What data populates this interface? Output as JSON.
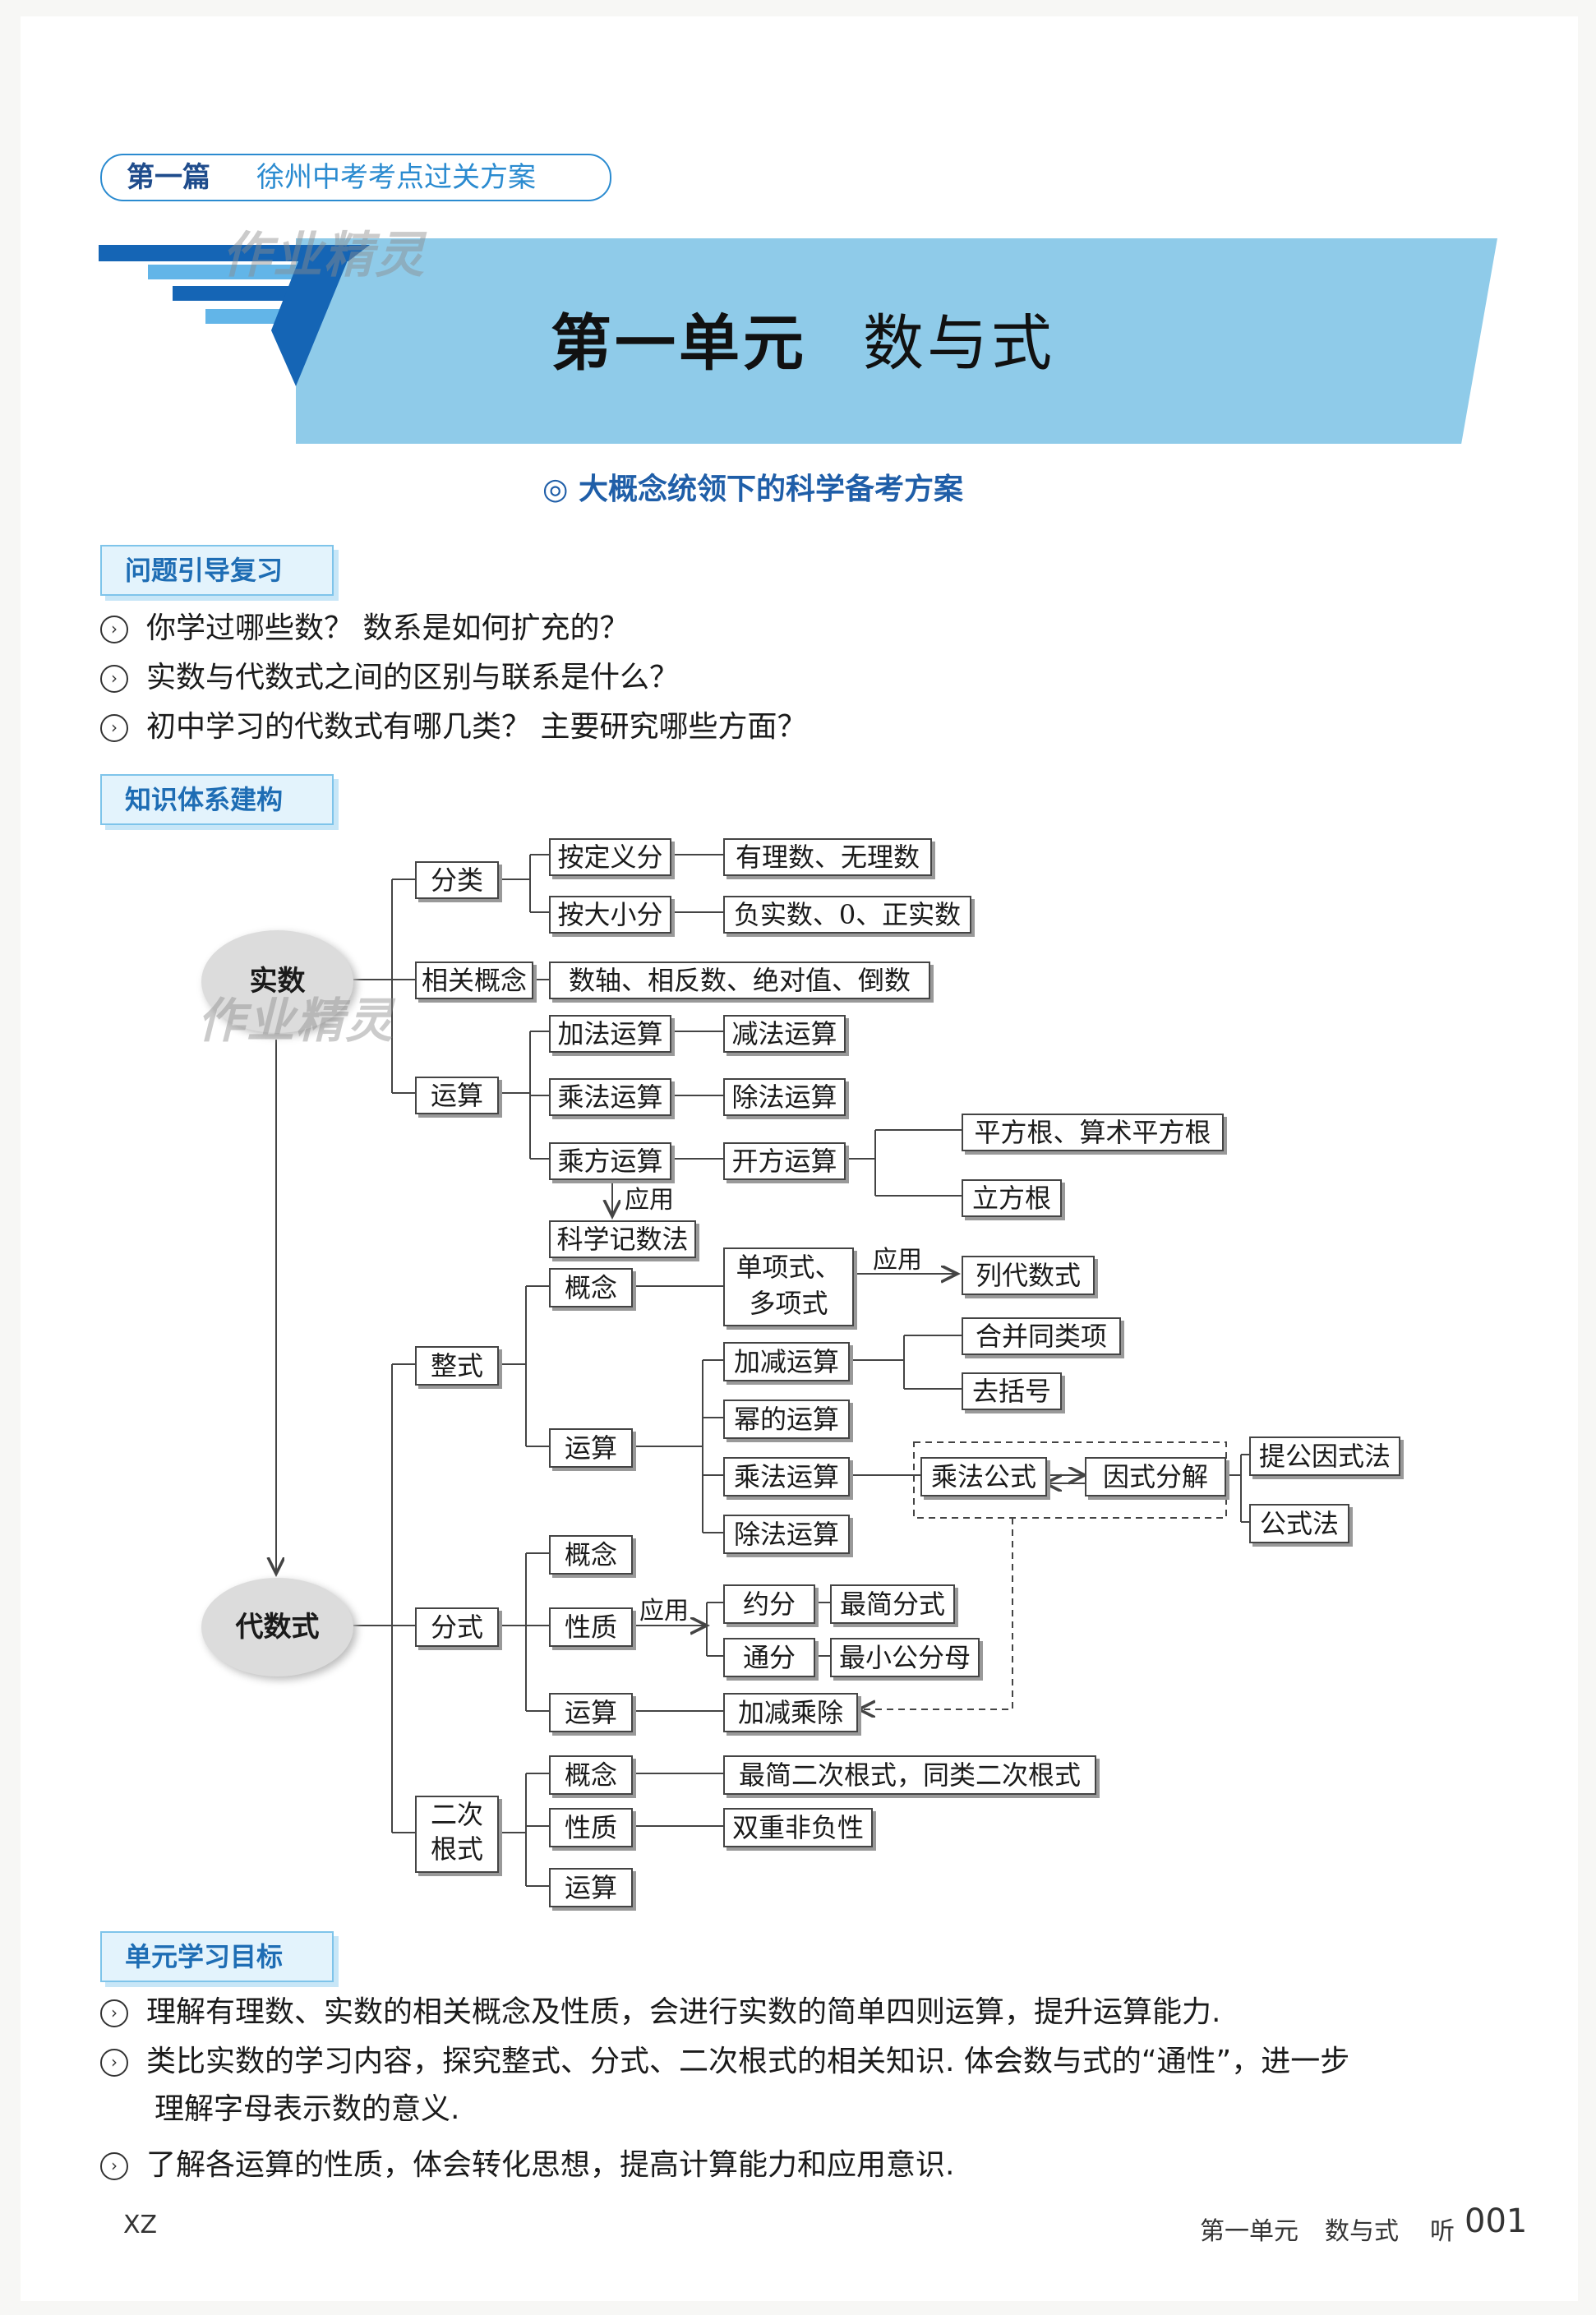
{
  "header": {
    "part": "第一篇",
    "series": "徐州中考考点过关方案"
  },
  "banner": {
    "unit": "第一单元",
    "topic": "数与式"
  },
  "watermark": "作业精灵",
  "subtitle": "◎ 大概念统领下的科学备考方案",
  "section1": {
    "title": "问题引导复习",
    "items": [
      "你学过哪些数？ 数系是如何扩充的？",
      "实数与代数式之间的区别与联系是什么？",
      "初中学习的代数式有哪几类？ 主要研究哪些方面？"
    ]
  },
  "section2": {
    "title": "知识体系建构"
  },
  "diagram": {
    "real": "实数",
    "algebraic": "代数式",
    "classify": "分类",
    "by_def": "按定义分",
    "rational_irrational": "有理数、无理数",
    "by_size": "按大小分",
    "neg_zero_pos": "负实数、0、正实数",
    "related": "相关概念",
    "related_list": "数轴、相反数、绝对值、倒数",
    "ops": "运算",
    "add": "加法运算",
    "sub": "减法运算",
    "mul": "乘法运算",
    "div": "除法运算",
    "pow": "乘方运算",
    "root": "开方运算",
    "sqrt": "平方根、算术平方根",
    "cbrt": "立方根",
    "apply": "应用",
    "sci": "科学记数法",
    "integral": "整式",
    "concept": "概念",
    "mono_poly_1": "单项式、",
    "mono_poly_2": "多项式",
    "list_expr": "列代数式",
    "addsub": "加减运算",
    "like_terms": "合并同类项",
    "brackets": "去括号",
    "power_ops": "幂的运算",
    "mul_formula": "乘法公式",
    "factor": "因式分解",
    "common_factor": "提公因式法",
    "formula_method": "公式法",
    "fraction": "分式",
    "property": "性质",
    "reduce": "约分",
    "simplest_frac": "最简分式",
    "common_denom": "通分",
    "lcd": "最小公分母",
    "four_ops": "加减乘除",
    "radical_1": "二次",
    "radical_2": "根式",
    "simplest_radical": "最简二次根式，同类二次根式",
    "double_nonneg": "双重非负性"
  },
  "section3": {
    "title": "单元学习目标",
    "items": [
      "理解有理数、实数的相关概念及性质，会进行实数的简单四则运算，提升运算能力.",
      "类比实数的学习内容，探究整式、分式、二次根式的相关知识. 体会数与式的“通性”，进一步",
      "理解字母表示数的意义.",
      "了解各运算的性质，体会转化思想，提高计算能力和应用意识."
    ]
  },
  "footer": {
    "left": "XZ",
    "unit": "第一单元",
    "topic": "数与式",
    "icon": "听",
    "page": "001"
  }
}
